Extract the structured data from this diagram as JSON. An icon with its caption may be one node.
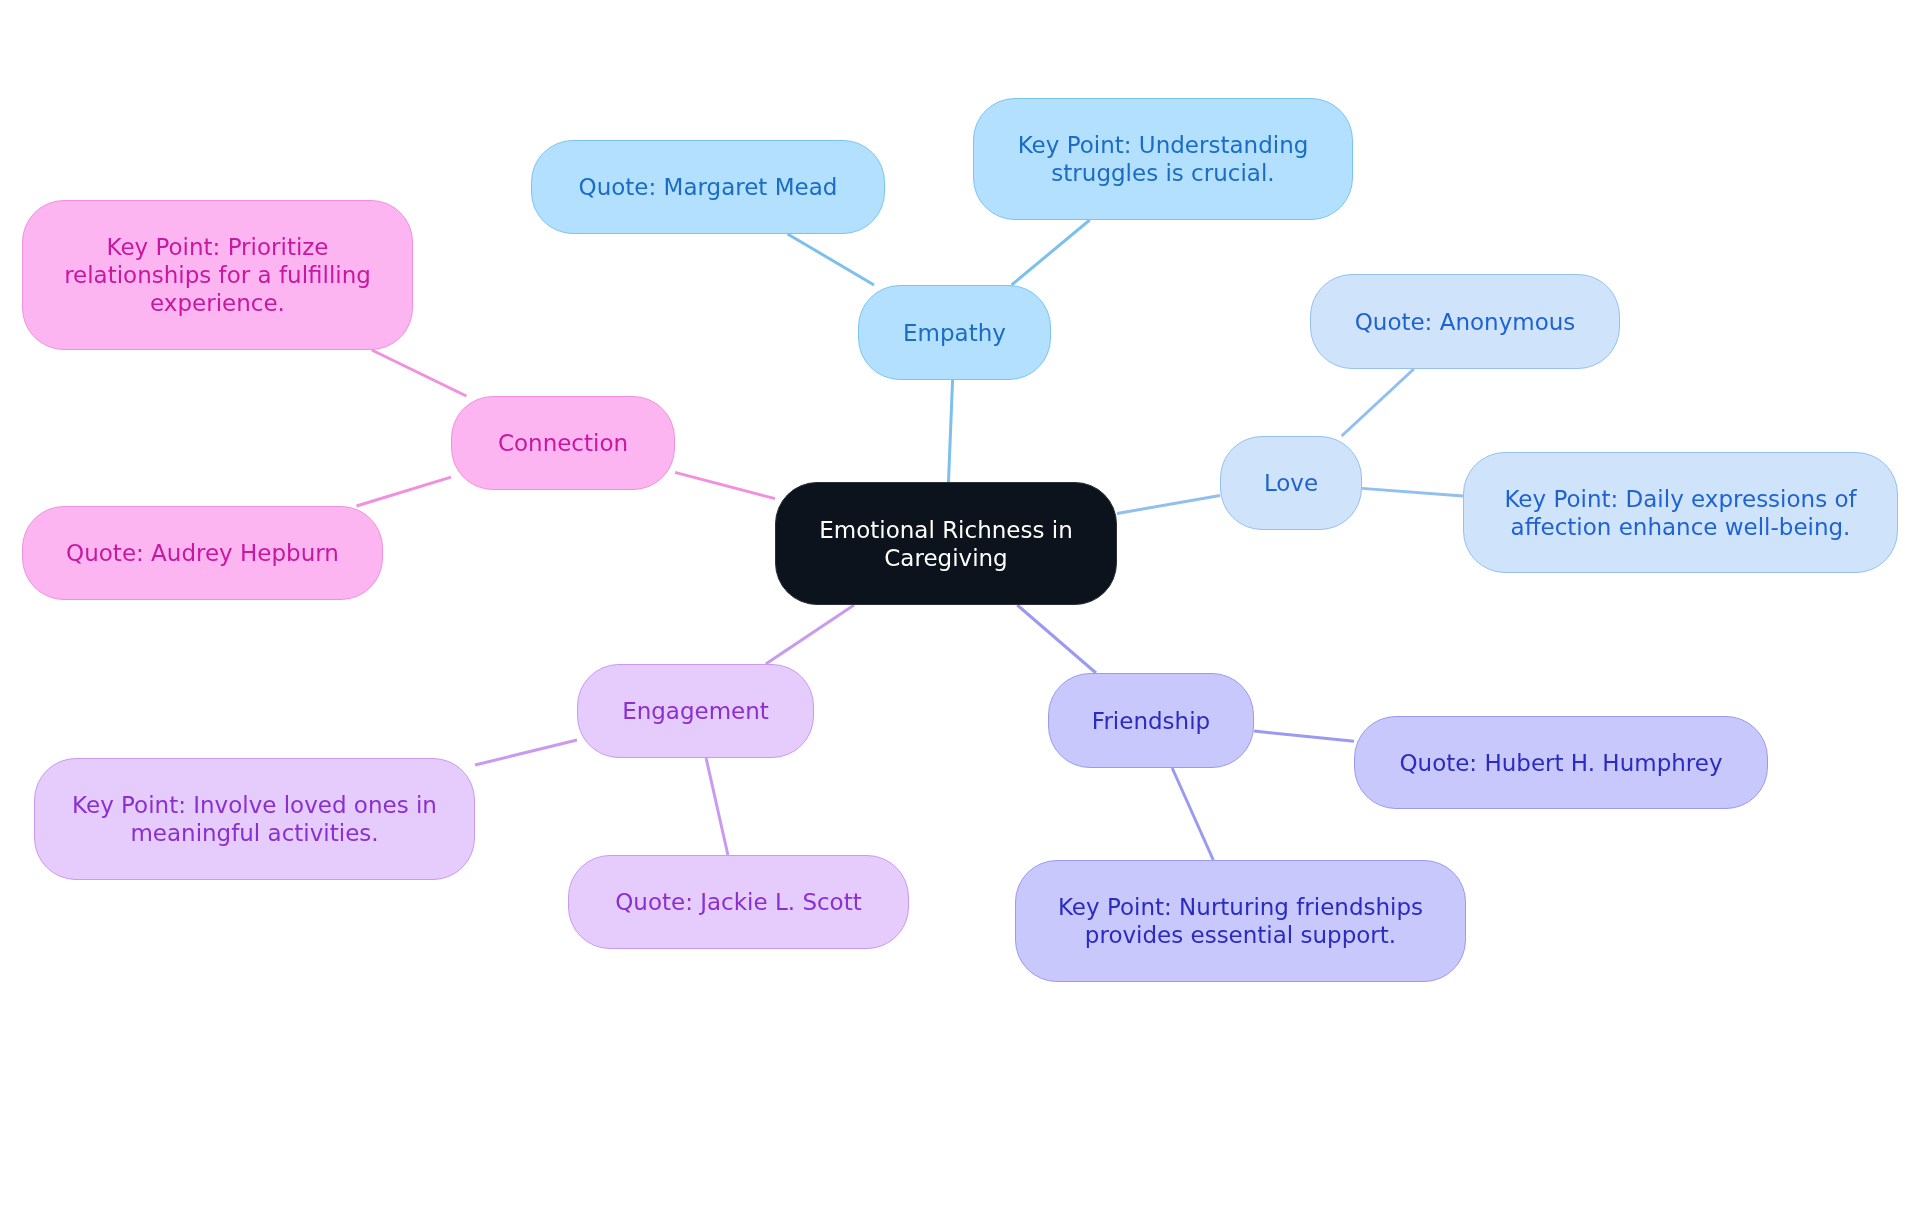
{
  "diagram": {
    "nodes": [
      {
        "text": [
          "Emotional Richness in Caregiving"
        ]
      },
      {
        "text": [
          "Empathy"
        ]
      },
      {
        "text": [
          "Quote: Margaret Mead"
        ]
      },
      {
        "text": [
          "Key Point: Understanding struggles is crucial."
        ]
      },
      {
        "text": [
          "Love"
        ]
      },
      {
        "text": [
          "Quote: Anonymous"
        ]
      },
      {
        "text": [
          "Key Point: Daily expressions of affection enhance well-being."
        ]
      },
      {
        "text": [
          "Friendship"
        ]
      },
      {
        "text": [
          "Quote: Hubert H. Humphrey"
        ]
      },
      {
        "text": [
          "Key Point: Nurturing friendships provides essential support."
        ]
      },
      {
        "text": [
          "Engagement"
        ]
      },
      {
        "text": [
          "Key Point: Involve loved ones in meaningful activities."
        ]
      },
      {
        "text": [
          "Quote: Jackie L. Scott"
        ]
      },
      {
        "text": [
          "Connection"
        ]
      },
      {
        "text": [
          "Key Point: Prioritize relationships for a fulfilling experience."
        ]
      },
      {
        "text": [
          "Quote: Audrey Hepburn"
        ]
      }
    ],
    "edges": [
      {
        "from": 0,
        "to": 1,
        "arrow": "none",
        "color": "#7cc0ec"
      },
      {
        "from": 1,
        "to": 2,
        "arrow": "none",
        "color": "#7cc0ec"
      },
      {
        "from": 1,
        "to": 3,
        "arrow": "none",
        "color": "#7cc0ec"
      },
      {
        "from": 0,
        "to": 4,
        "arrow": "none",
        "color": "#90bff0"
      },
      {
        "from": 4,
        "to": 5,
        "arrow": "none",
        "color": "#90bff0"
      },
      {
        "from": 4,
        "to": 6,
        "arrow": "none",
        "color": "#90bff0"
      },
      {
        "from": 0,
        "to": 7,
        "arrow": "none",
        "color": "#9a9af0"
      },
      {
        "from": 7,
        "to": 8,
        "arrow": "none",
        "color": "#9a9af0"
      },
      {
        "from": 7,
        "to": 9,
        "arrow": "none",
        "color": "#9a9af0"
      },
      {
        "from": 0,
        "to": 10,
        "arrow": "none",
        "color": "#c99af0"
      },
      {
        "from": 10,
        "to": 11,
        "arrow": "none",
        "color": "#c99af0"
      },
      {
        "from": 10,
        "to": 12,
        "arrow": "none",
        "color": "#c99af0"
      },
      {
        "from": 0,
        "to": 13,
        "arrow": "none",
        "color": "#f090de"
      },
      {
        "from": 13,
        "to": 14,
        "arrow": "none",
        "color": "#f090de"
      },
      {
        "from": 13,
        "to": 15,
        "arrow": "none",
        "color": "#f090de"
      }
    ]
  }
}
